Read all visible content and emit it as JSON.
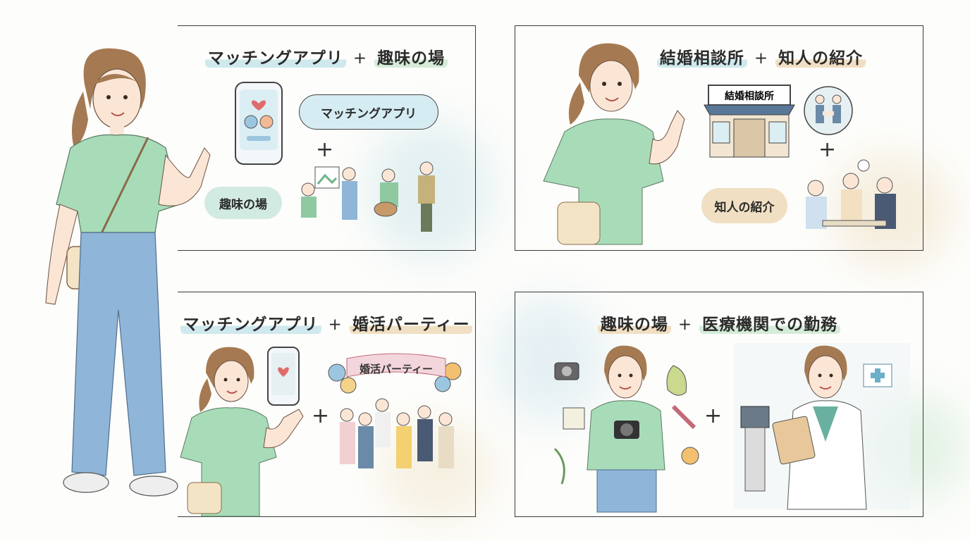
{
  "panels": [
    {
      "title_left": "マッチングアプリ",
      "plus": "+",
      "title_right": "趣味の場",
      "label_a": "マッチングアプリ",
      "label_b": "趣味の場"
    },
    {
      "title_left": "結婚相談所",
      "plus": "+",
      "title_right": "知人の紹介",
      "sign": "結婚相談所",
      "label_b": "知人の紹介"
    },
    {
      "title_left": "マッチングアプリ",
      "plus": "+",
      "title_right": "婚活パーティー",
      "banner": "婚活パーティー"
    },
    {
      "title_left": "趣味の場",
      "plus": "+",
      "title_right": "医療機関での勤務"
    }
  ],
  "between_plus": "+",
  "colors": {
    "teal": "#cfe9ee",
    "mint": "#d5ecd8",
    "sand": "#f0dfc2",
    "shirt": "#a8dcb8",
    "jeans": "#8fb5d8",
    "hair": "#a0754c"
  },
  "icons": [
    "heart-icon",
    "phone-icon",
    "handshake-icon",
    "camera-icon",
    "medical-cross-icon"
  ]
}
